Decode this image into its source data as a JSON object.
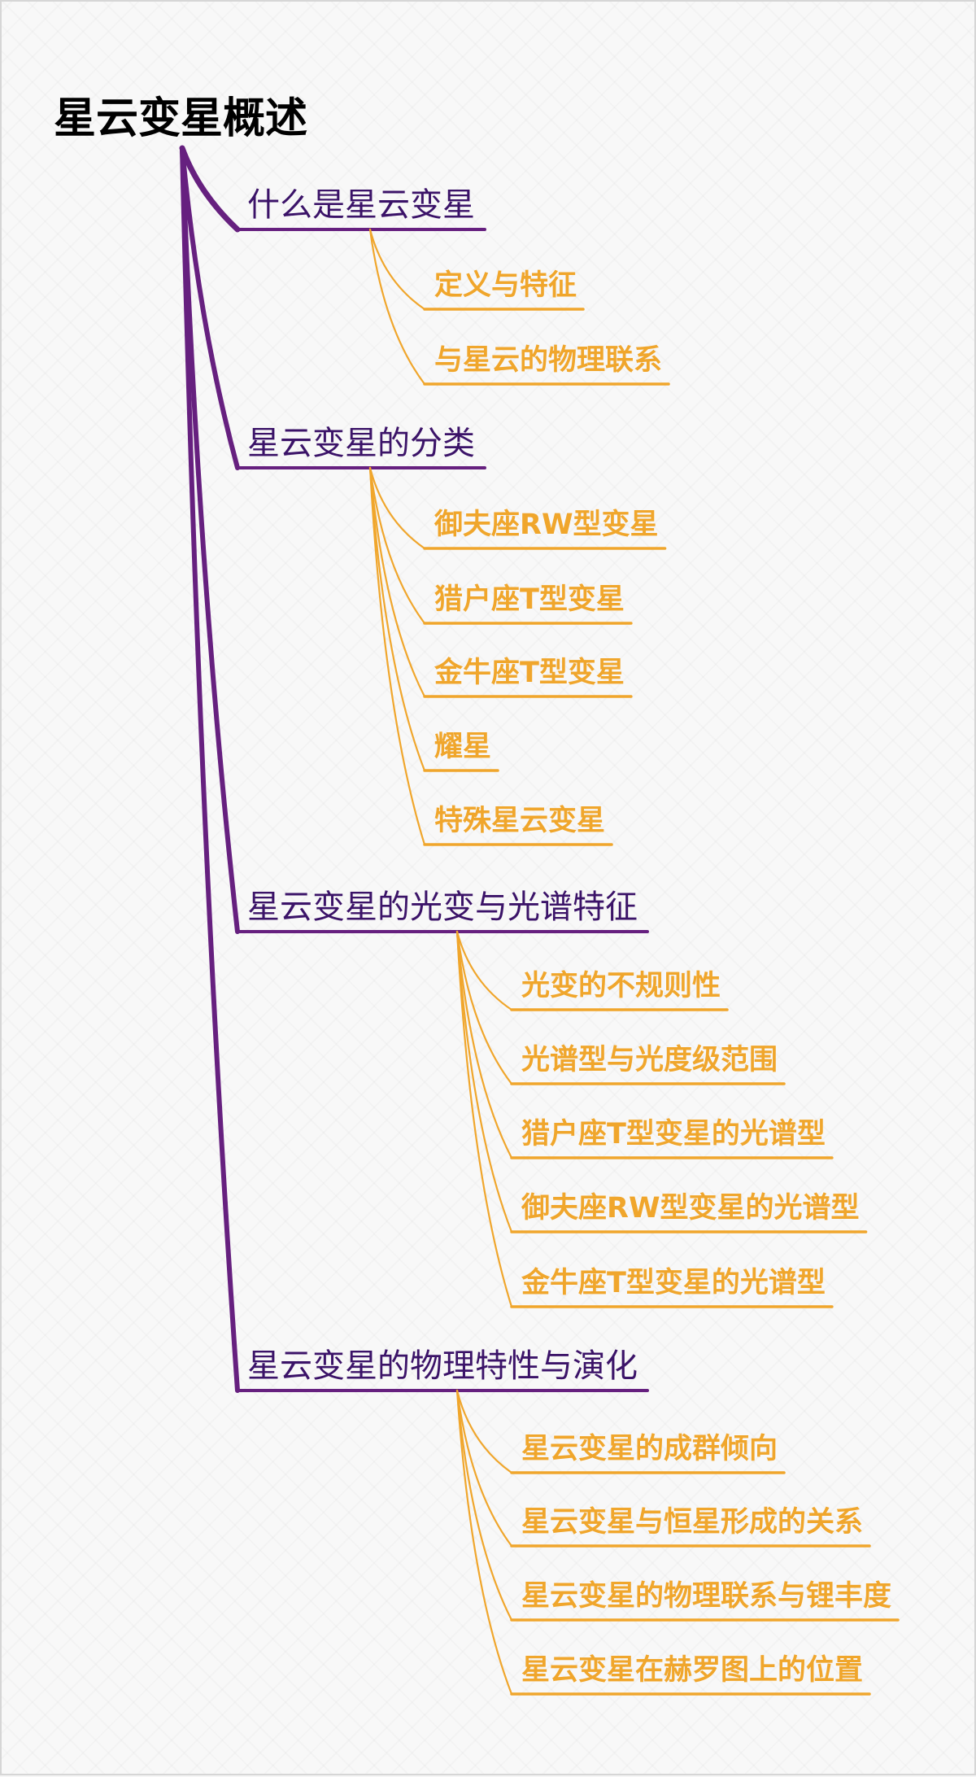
{
  "colors": {
    "root_text": "#000000",
    "section_line": "#66207f",
    "section_text": "#3b1368",
    "leaf": "#f0a62c"
  },
  "mindmap": {
    "root": "星云变星概述",
    "sections": [
      {
        "title": "什么是星云变星",
        "items": [
          "定义与特征",
          "与星云的物理联系"
        ]
      },
      {
        "title": "星云变星的分类",
        "items": [
          "御夫座RW型变星",
          "猎户座T型变星",
          "金牛座T型变星",
          "耀星",
          "特殊星云变星"
        ]
      },
      {
        "title": "星云变星的光变与光谱特征",
        "items": [
          "光变的不规则性",
          "光谱型与光度级范围",
          "猎户座T型变星的光谱型",
          "御夫座RW型变星的光谱型",
          "金牛座T型变星的光谱型"
        ]
      },
      {
        "title": "星云变星的物理特性与演化",
        "items": [
          "星云变星的成群倾向",
          "星云变星与恒星形成的关系",
          "星云变星的物理联系与锂丰度",
          "星云变星在赫罗图上的位置"
        ]
      }
    ]
  }
}
